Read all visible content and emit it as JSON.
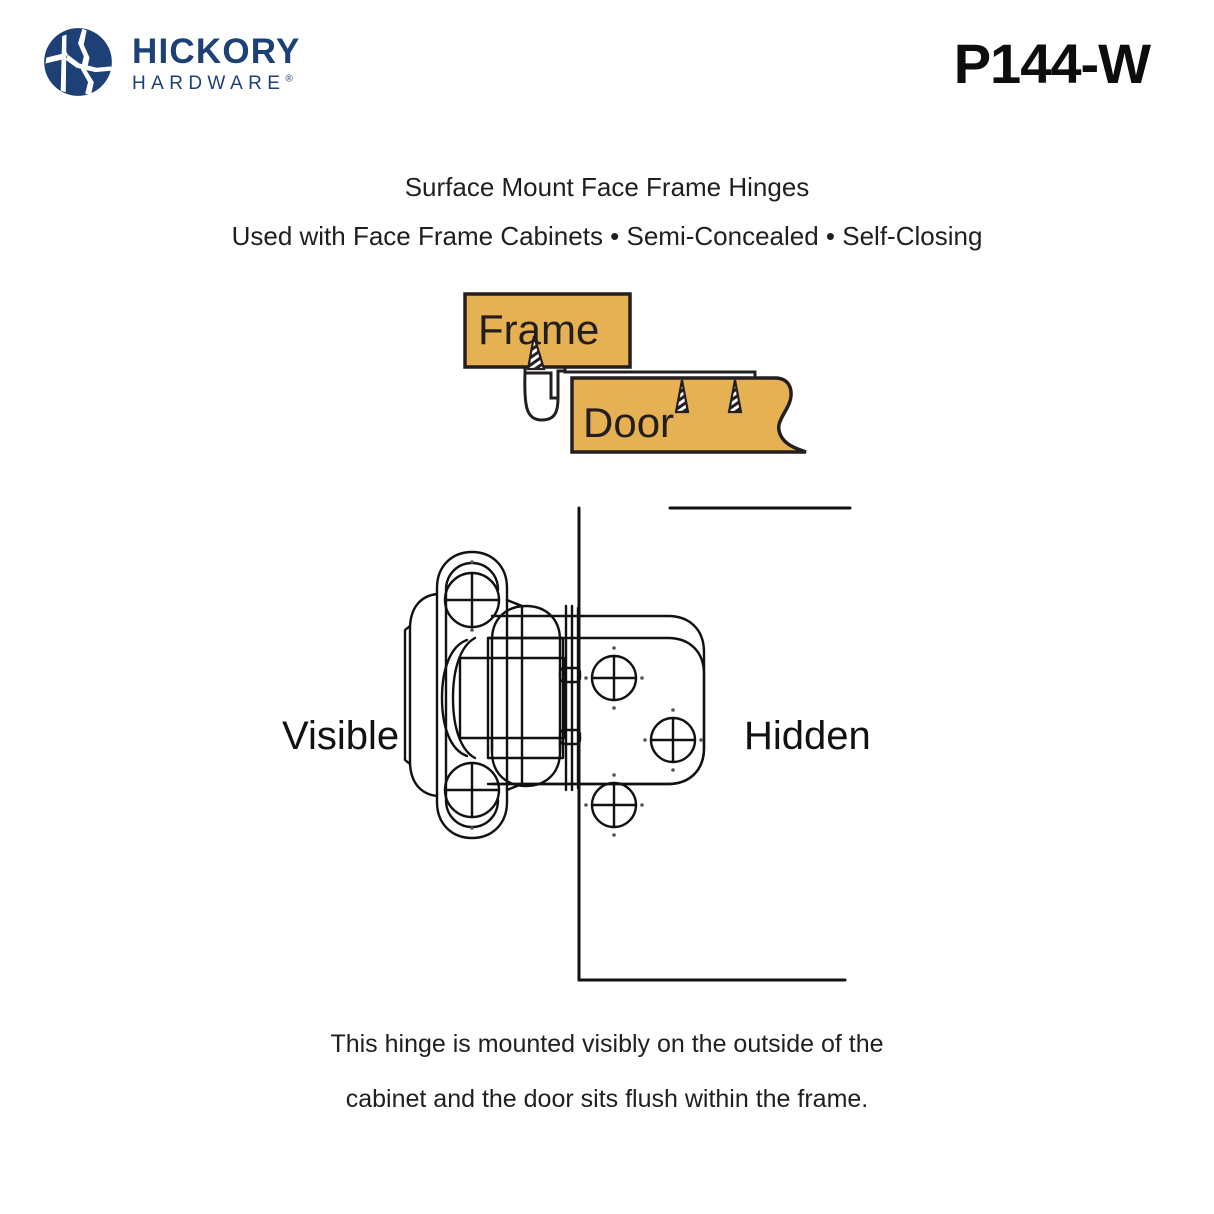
{
  "header": {
    "brand_name": "HICKORY",
    "brand_sub": "HARDWARE",
    "brand_reg": "®",
    "brand_color": "#1d4077",
    "model_number": "P144-W"
  },
  "subtitles": {
    "line1": "Surface Mount Face Frame Hinges",
    "line2": "Used with Face Frame Cabinets • Semi-Concealed • Self-Closing"
  },
  "mount_diagram": {
    "frame_label": "Frame",
    "door_label": "Door",
    "wood_color": "#e6b152",
    "outline_color": "#231f20"
  },
  "hinge_drawing": {
    "visible_label": "Visible",
    "hidden_label": "Hidden",
    "line_color": "#111111"
  },
  "caption": {
    "line1": "This hinge is mounted visibly on the outside of the",
    "line2": "cabinet and the door sits flush within the frame."
  }
}
